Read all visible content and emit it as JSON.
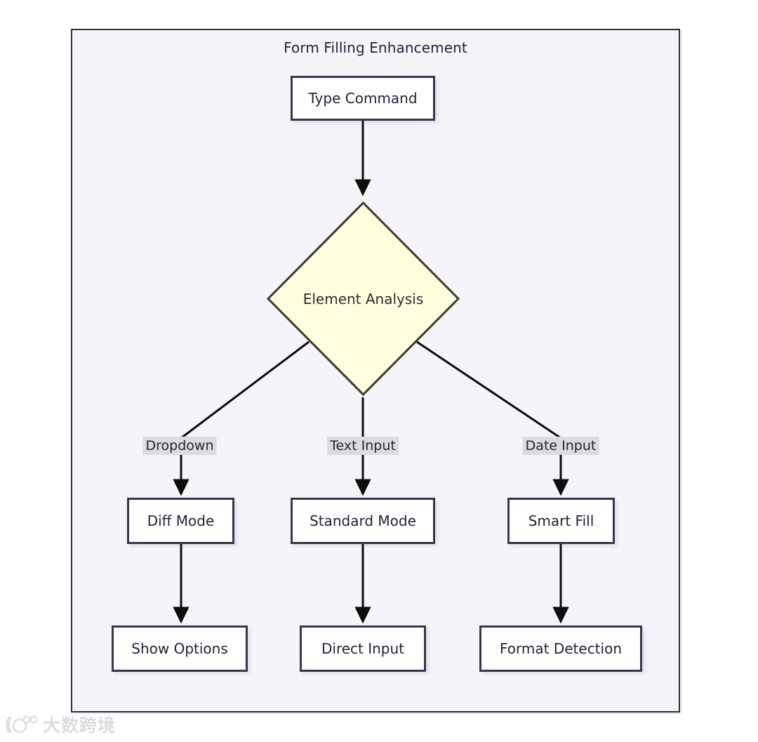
{
  "diagram": {
    "title": "Form Filling Enhancement",
    "type": "flowchart",
    "colors": {
      "frame_border": "#2d2d42",
      "frame_background": "#f4f4f9",
      "node_border": "#363650",
      "node_background": "#ffffff",
      "decision_background": "#ffffdd",
      "decision_border": "#3a3a33",
      "edge_stroke": "#111111",
      "edge_label_background": "#dcdcdc",
      "text": "#1f2235"
    },
    "nodes": [
      {
        "id": "type-command",
        "label": "Type Command",
        "shape": "rect"
      },
      {
        "id": "element-analysis",
        "label": "Element Analysis",
        "shape": "diamond"
      },
      {
        "id": "diff-mode",
        "label": "Diff Mode",
        "shape": "rect"
      },
      {
        "id": "standard-mode",
        "label": "Standard Mode",
        "shape": "rect"
      },
      {
        "id": "smart-fill",
        "label": "Smart Fill",
        "shape": "rect"
      },
      {
        "id": "show-options",
        "label": "Show Options",
        "shape": "rect"
      },
      {
        "id": "direct-input",
        "label": "Direct Input",
        "shape": "rect"
      },
      {
        "id": "format-detection",
        "label": "Format Detection",
        "shape": "rect"
      }
    ],
    "edges": [
      {
        "from": "type-command",
        "to": "element-analysis",
        "label": ""
      },
      {
        "from": "element-analysis",
        "to": "diff-mode",
        "label": "Dropdown"
      },
      {
        "from": "element-analysis",
        "to": "standard-mode",
        "label": "Text Input"
      },
      {
        "from": "element-analysis",
        "to": "smart-fill",
        "label": "Date Input"
      },
      {
        "from": "diff-mode",
        "to": "show-options",
        "label": ""
      },
      {
        "from": "standard-mode",
        "to": "direct-input",
        "label": ""
      },
      {
        "from": "smart-fill",
        "to": "format-detection",
        "label": ""
      }
    ],
    "edge_labels": {
      "dropdown": "Dropdown",
      "text_input": "Text Input",
      "date_input": "Date Input"
    }
  },
  "watermark": {
    "text": "大数跨境"
  }
}
